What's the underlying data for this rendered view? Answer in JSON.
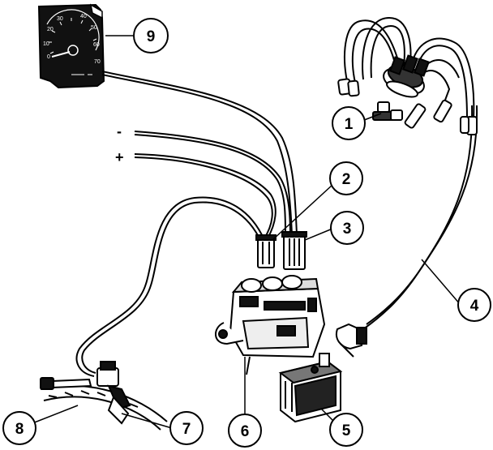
{
  "gauge": {
    "scale_labels": [
      "0",
      "10",
      "20",
      "30",
      "40",
      "50",
      "60",
      "70"
    ]
  },
  "polarity": {
    "negative": "-",
    "positive": "+"
  },
  "callouts": [
    {
      "id": "callout-1",
      "label": "1"
    },
    {
      "id": "callout-2",
      "label": "2"
    },
    {
      "id": "callout-3",
      "label": "3"
    },
    {
      "id": "callout-4",
      "label": "4"
    },
    {
      "id": "callout-5",
      "label": "5"
    },
    {
      "id": "callout-6",
      "label": "6"
    },
    {
      "id": "callout-7",
      "label": "7"
    },
    {
      "id": "callout-8",
      "label": "8"
    },
    {
      "id": "callout-9",
      "label": "9"
    }
  ],
  "colors": {
    "ink": "#000000",
    "paper": "#ffffff"
  }
}
